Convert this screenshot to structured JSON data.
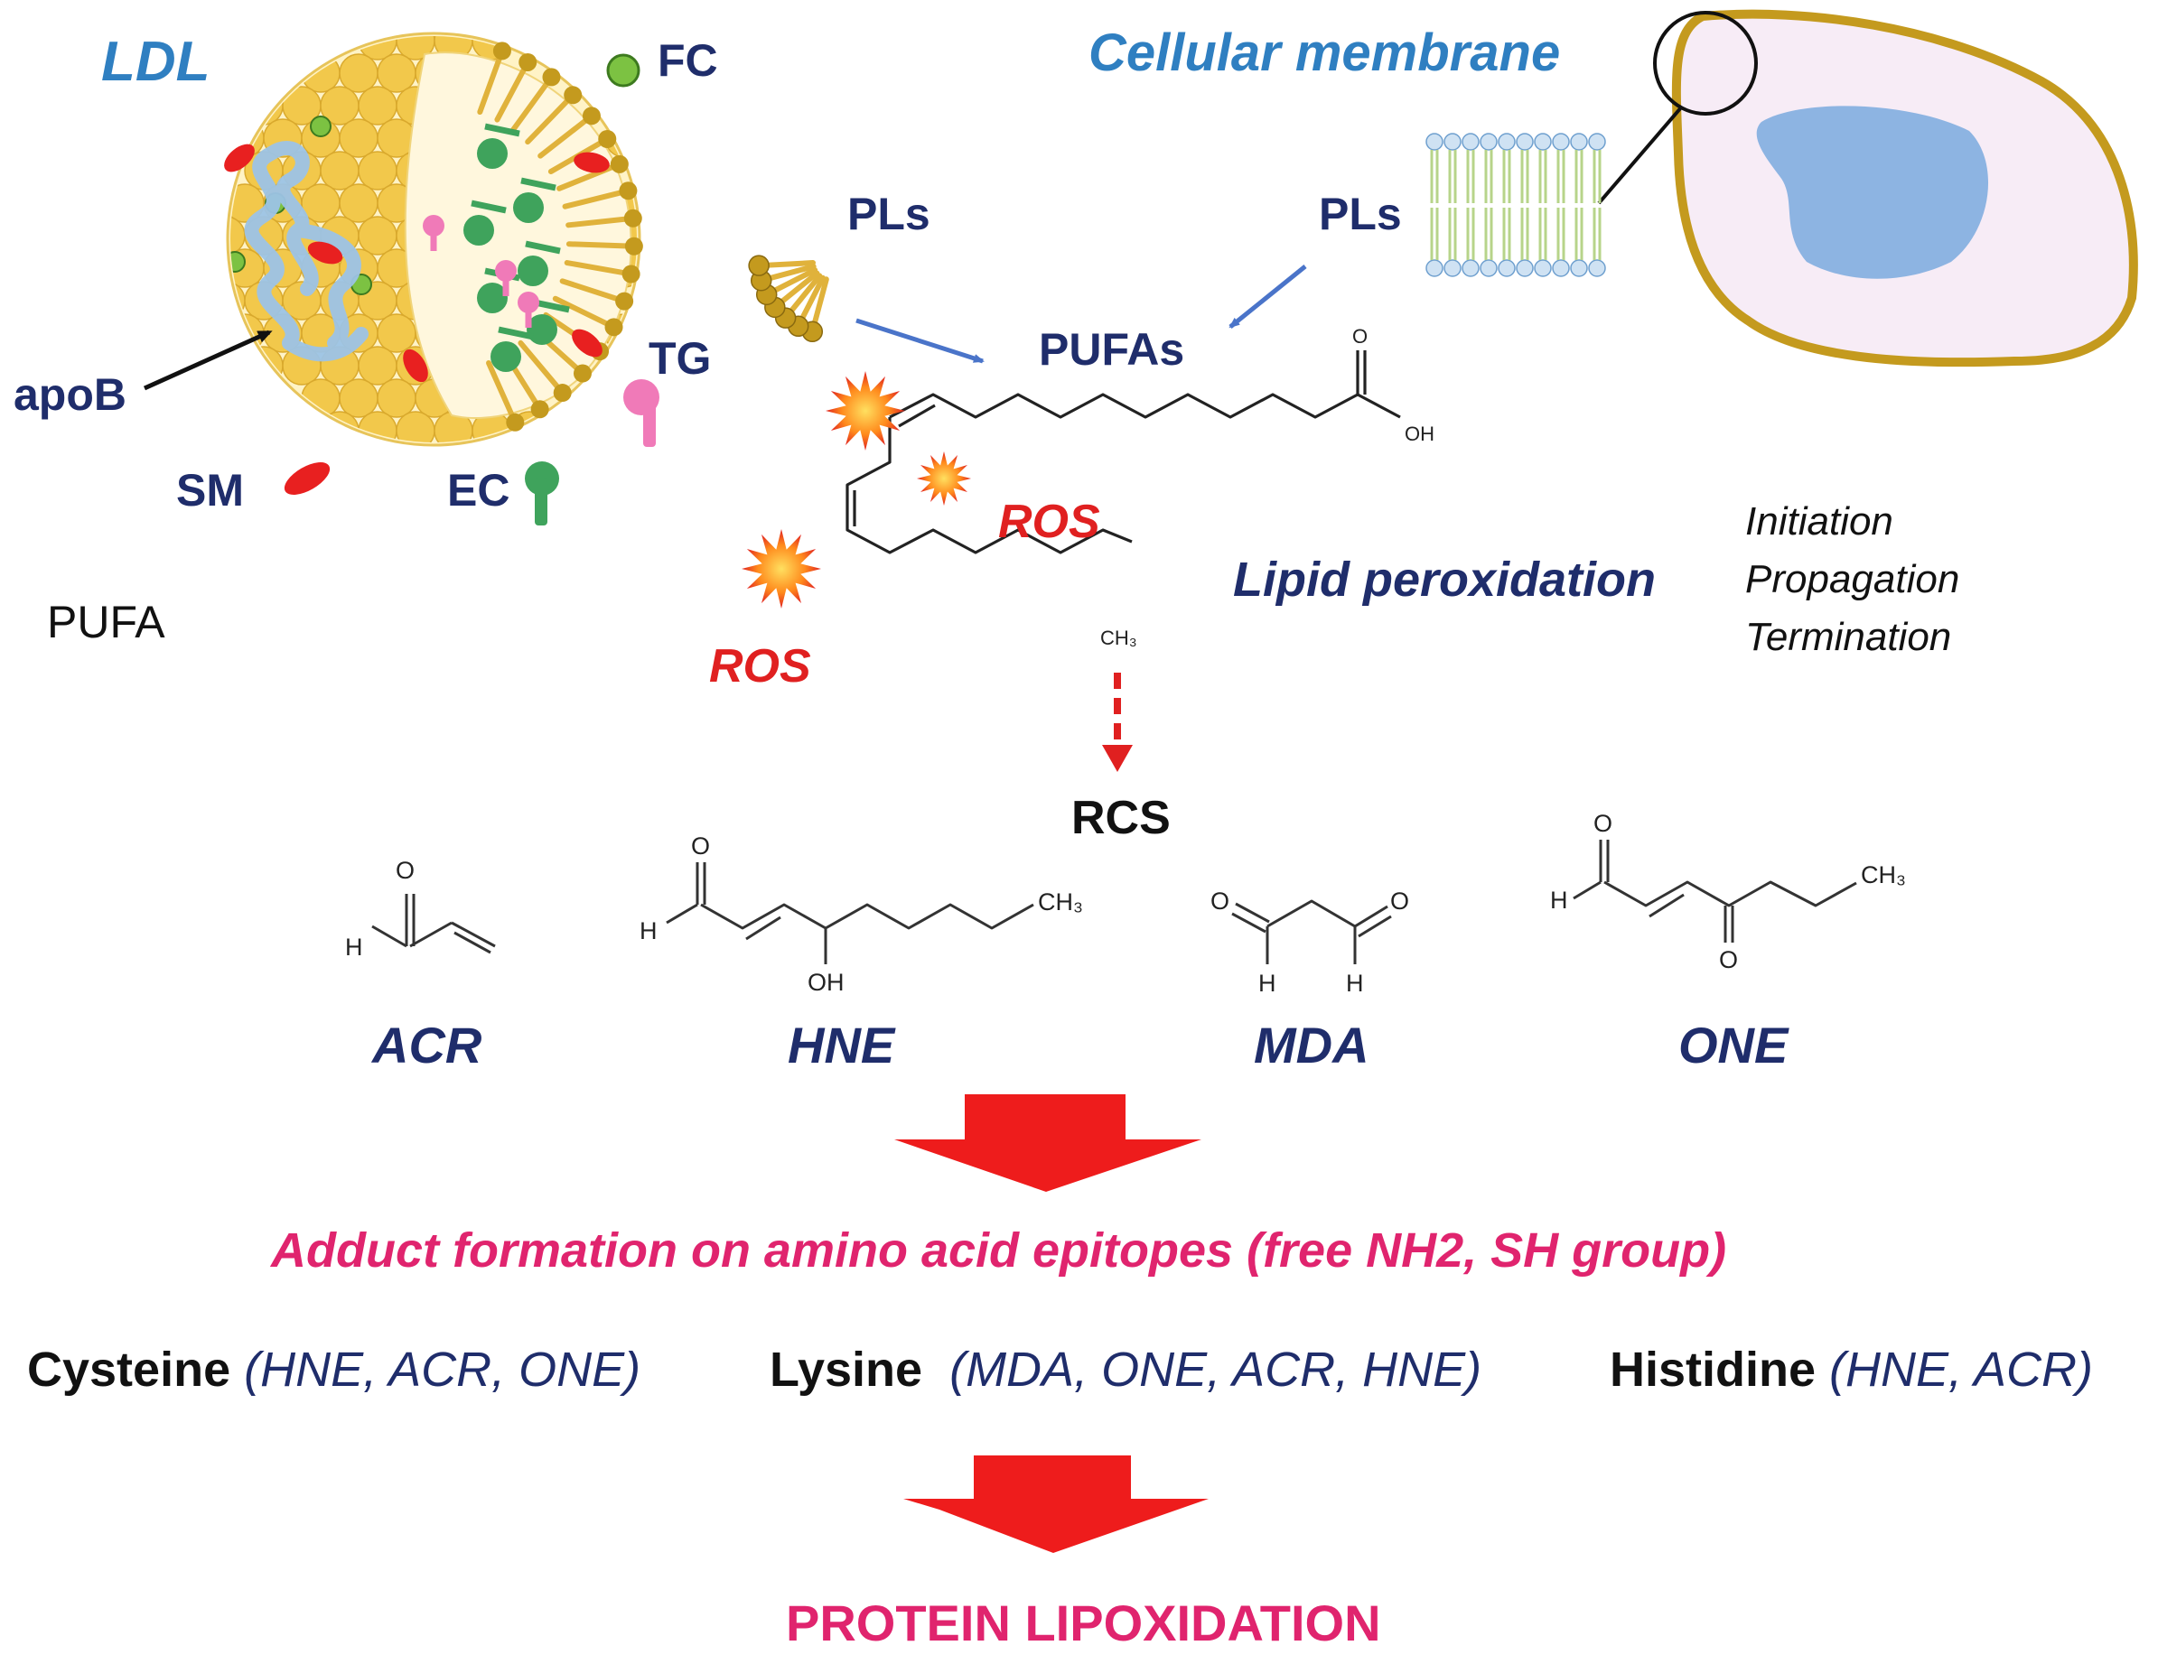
{
  "ldl": {
    "title": "LDL",
    "labels": {
      "fc": "FC",
      "apob": "apoB",
      "sm": "SM",
      "ec": "EC",
      "tg": "TG"
    }
  },
  "pufa_label": "PUFA",
  "membrane": {
    "title": "Cellular membrane",
    "pls": "PLs"
  },
  "center": {
    "pls": "PLs",
    "pufas": "PUFAs",
    "ros_1": "ROS",
    "ros_2": "ROS",
    "lipid_peroxidation": "Lipid peroxidation",
    "stages": [
      "Initiation",
      "Propagation",
      "Termination"
    ],
    "rcs": "RCS",
    "chem": {
      "oh": "OH",
      "ch3": "CH₃",
      "o": "O"
    }
  },
  "compounds": [
    {
      "name": "ACR"
    },
    {
      "name": "HNE"
    },
    {
      "name": "MDA"
    },
    {
      "name": "ONE"
    }
  ],
  "chem_labels": {
    "h": "H",
    "o": "O",
    "oh": "OH",
    "ch3": "CH₃"
  },
  "adduct": "Adduct formation on amino acid epitopes (free NH2, SH group)",
  "residues": [
    {
      "name": "Cysteine",
      "agents": "(HNE, ACR, ONE)"
    },
    {
      "name": "Lysine",
      "agents": "(MDA, ONE, ACR, HNE)"
    },
    {
      "name": "Histidine",
      "agents": "(HNE, ACR)"
    }
  ],
  "result": "PROTEIN LIPOXIDATION",
  "colors": {
    "navy": "#1f2d6b",
    "blue": "#2f7fc1",
    "red": "#e02020",
    "pink": "#e0246e",
    "lipid": "#f2c84b",
    "ester": "#3fa35c",
    "sm": "#e82020",
    "tg": "#f07ab8",
    "apob": "#9cc3e6",
    "cell_border": "#c49a1e",
    "cell_fill": "#f7ecf6",
    "nucleus": "#8db4e2"
  }
}
